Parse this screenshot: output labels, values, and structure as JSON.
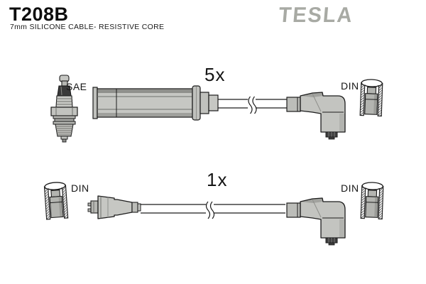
{
  "header": {
    "part_number": "T208B",
    "subtitle": "7mm SILICONE CABLE- RESISTIVE CORE",
    "brand_logo": "TESLA"
  },
  "top_cable": {
    "quantity_label": "5x",
    "left_terminal_label": "SAE",
    "right_terminal_label": "DIN"
  },
  "bottom_cable": {
    "quantity_label": "1x",
    "left_terminal_label": "DIN",
    "right_terminal_label": "DIN"
  },
  "icons": {
    "spark_plug": "spark-plug-icon",
    "straight_plug_boot": "straight-boot-icon",
    "distributor_boot": "distributor-boot-icon",
    "angled_din_boot": "angled-din-boot-icon",
    "din_socket_section": "din-socket-section-icon",
    "cable_break": "cable-break-icon"
  },
  "colors": {
    "brand_gray": "#a8aaa4",
    "part_gray": "#c6c7c3",
    "outline": "#1c1c1c"
  }
}
